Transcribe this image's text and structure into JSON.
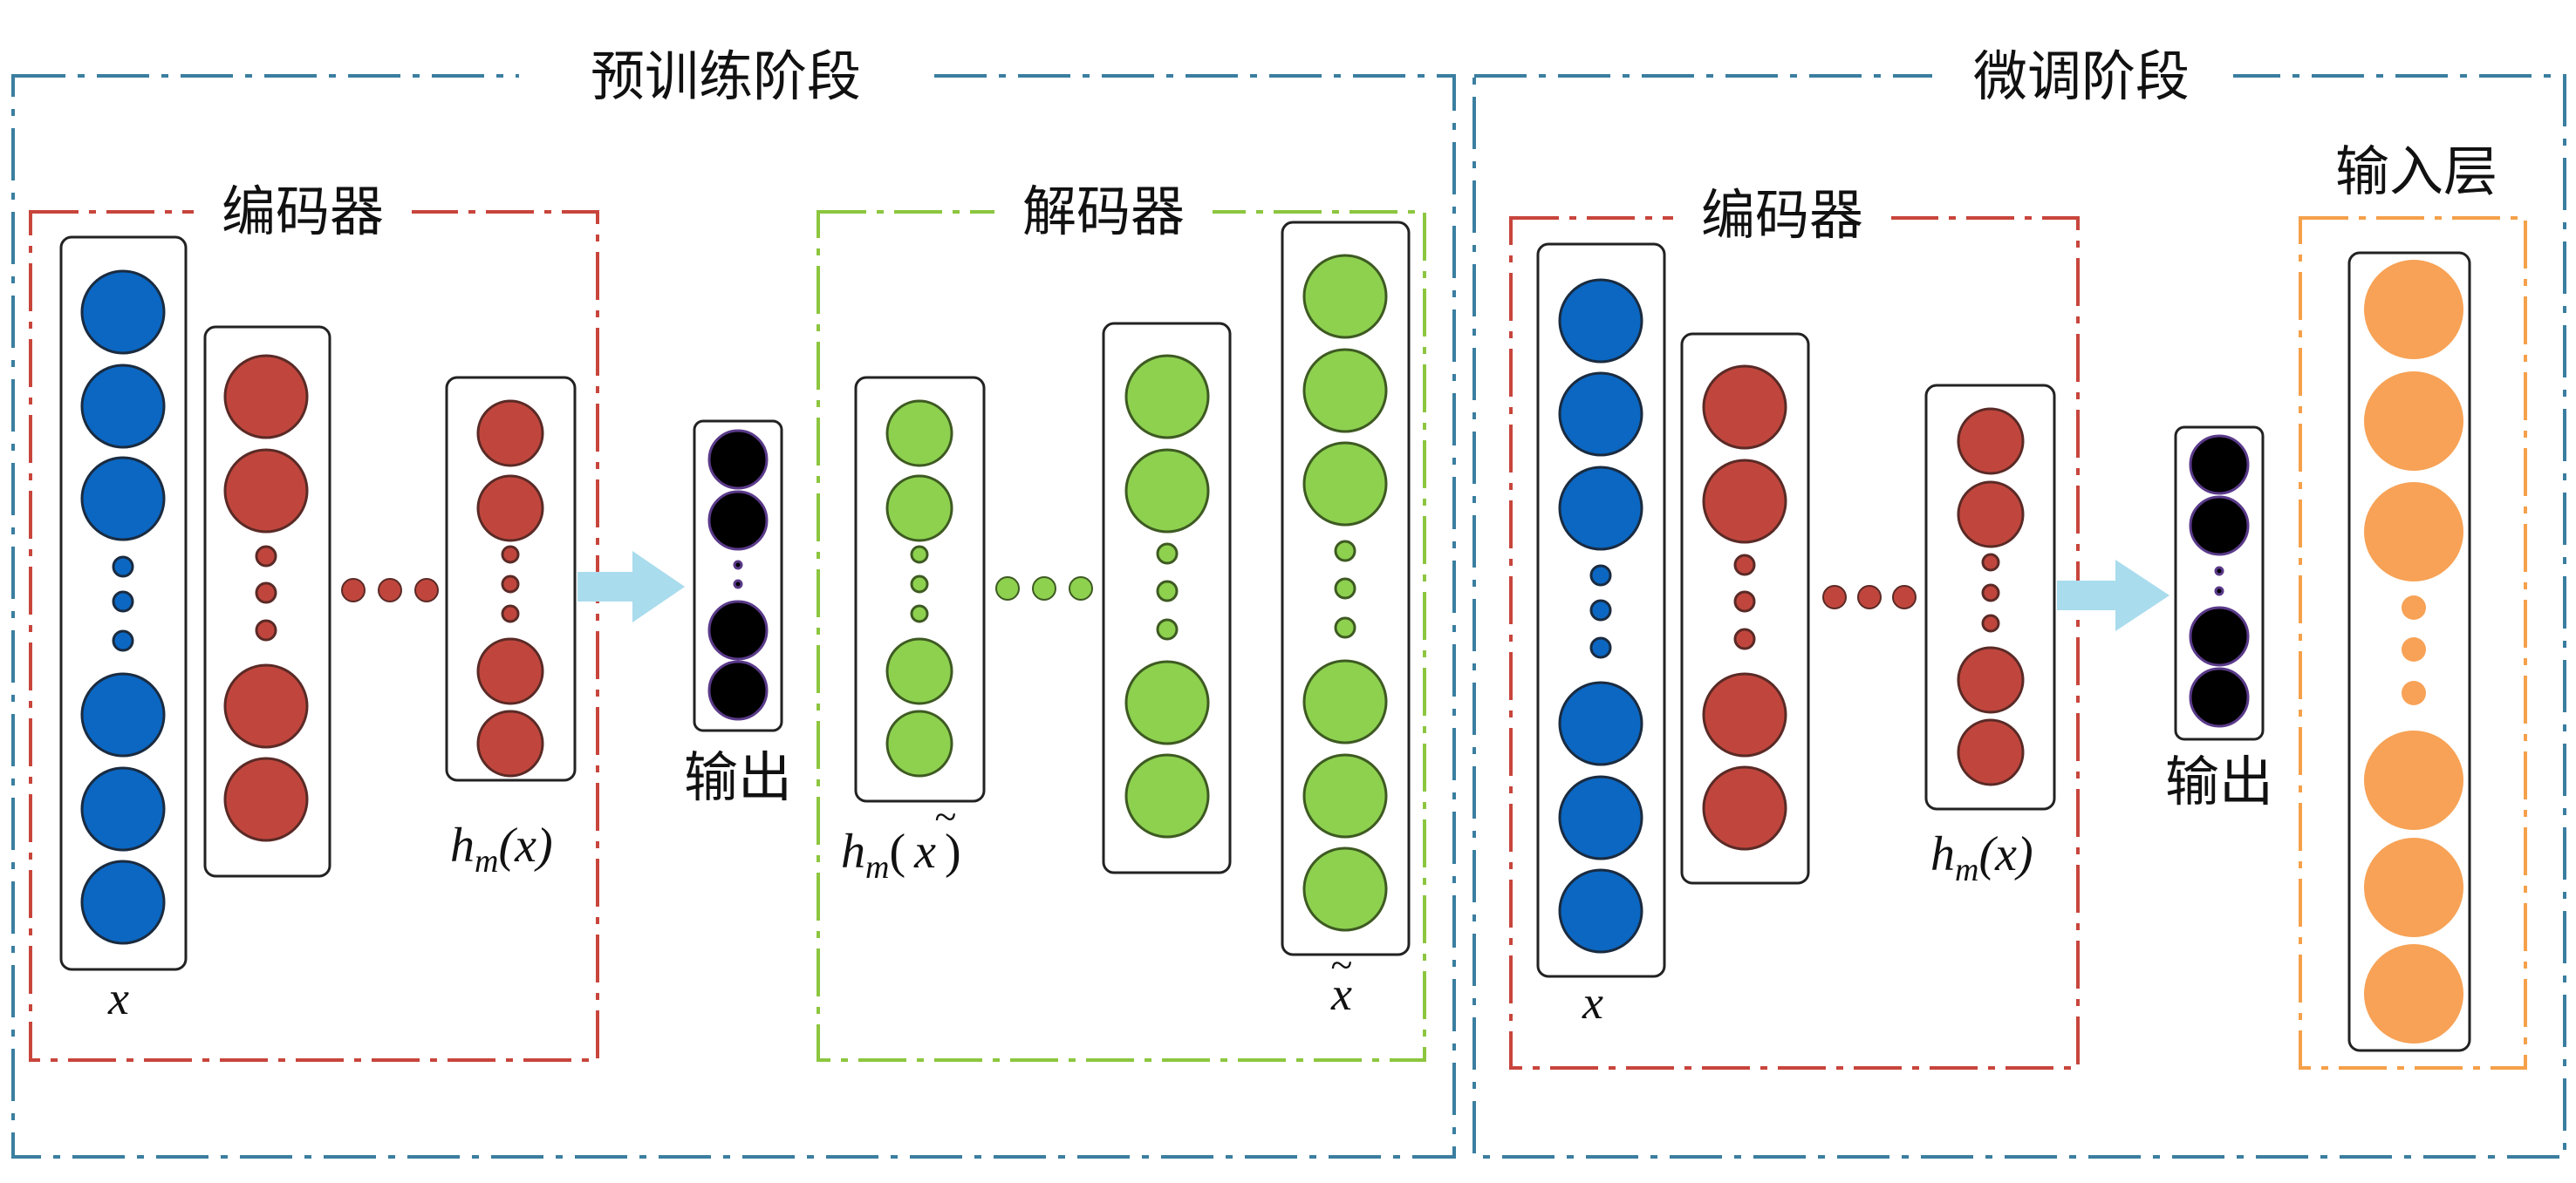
{
  "stages": {
    "pretrain": {
      "title": "预训练阶段"
    },
    "finetune": {
      "title": "微调阶段"
    }
  },
  "blocks": {
    "encoder_pretrain": {
      "title": "编码器",
      "input_label": "x",
      "hidden_label_h": "h",
      "hidden_label_sub": "m",
      "hidden_label_arg": "(x)"
    },
    "decoder": {
      "title": "解码器",
      "input_label_h": "h",
      "input_label_sub": "m",
      "input_label_arg": "x",
      "output_label": "x"
    },
    "encoder_finetune": {
      "title": "编码器",
      "input_label": "x",
      "hidden_label_h": "h",
      "hidden_label_sub": "m",
      "hidden_label_arg": "(x)"
    },
    "input_layer": {
      "title": "输入层"
    }
  },
  "output_labels": {
    "pretrain": "输出",
    "finetune": "输出"
  },
  "colors": {
    "stage_border": "#3a7ea0",
    "encoder_border": "#c8453c",
    "decoder_border": "#8cc63f",
    "input_layer_border": "#f5a04a",
    "blue_node": "#0b67c2",
    "red_node": "#c0463d",
    "green_node": "#8dd14f",
    "black_node": "#000000",
    "orange_node": "#f7a256",
    "arrow": "#a9dced"
  }
}
